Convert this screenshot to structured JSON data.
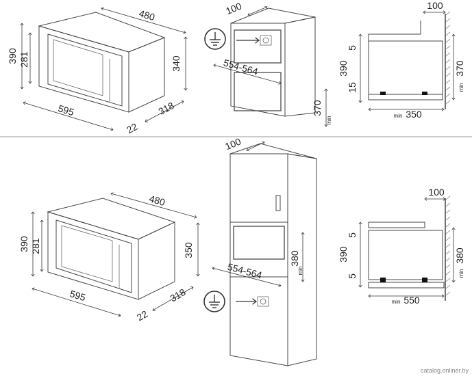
{
  "top": {
    "oven_front": {
      "width": "595",
      "height_outer": "390",
      "height_inner": "281",
      "depth": "480",
      "depth_side": "318",
      "height_side": "340",
      "offset": "22"
    },
    "cabinet": {
      "top_gap": "100",
      "opening": "554-564",
      "min_height": "370",
      "min_prefix": "min"
    },
    "section": {
      "gap": "100",
      "top_gap": "5",
      "bottom_gap": "15",
      "height": "390",
      "min_height": "370",
      "min_depth": "350",
      "min_prefix": "min"
    }
  },
  "bottom": {
    "oven_front": {
      "width": "595",
      "height_outer": "390",
      "height_inner": "281",
      "depth": "480",
      "depth_side": "318",
      "height_side": "350",
      "offset": "22"
    },
    "cabinet": {
      "top_gap": "100",
      "opening": "554-564",
      "min_height": "380",
      "min_prefix": "min"
    },
    "section": {
      "gap": "100",
      "top_gap": "5",
      "bottom_gap": "5",
      "height": "390",
      "min_height": "380",
      "min_depth": "550",
      "min_prefix": "min"
    }
  },
  "watermark": "catalog.onliner.by"
}
